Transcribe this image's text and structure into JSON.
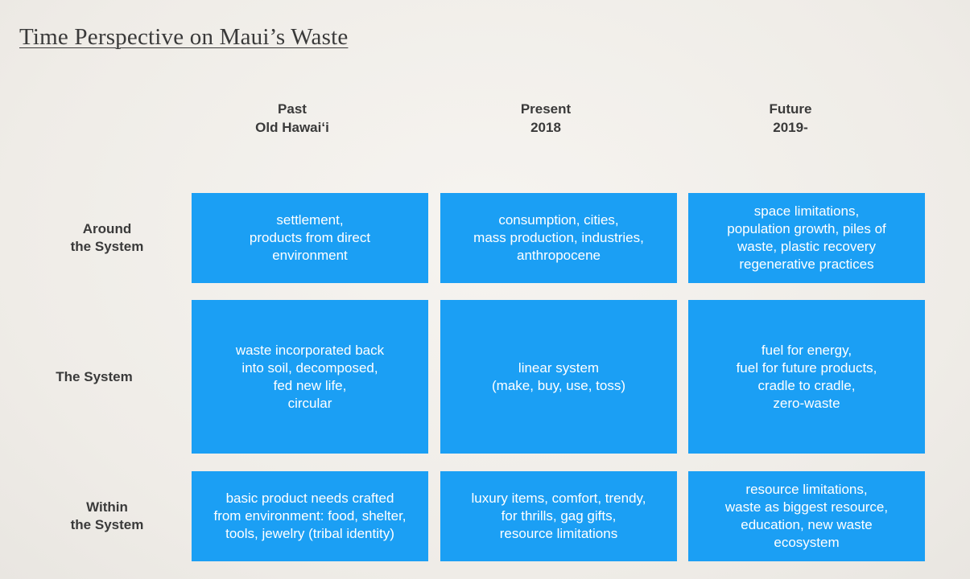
{
  "title": "Time Perspective on Maui’s Waste",
  "columns": [
    {
      "name": "Past",
      "period": "Old Hawaiʻi"
    },
    {
      "name": "Present",
      "period": "2018"
    },
    {
      "name": "Future",
      "period": "2019-"
    }
  ],
  "rows": [
    {
      "label_line1": "Around",
      "label_line2": "the System",
      "cells": [
        "settlement,\nproducts from direct\nenvironment",
        "consumption, cities,\nmass production, industries,\nanthropocene",
        "space limitations,\npopulation growth, piles of\nwaste, plastic recovery\nregenerative practices"
      ]
    },
    {
      "label_line1": "The System",
      "label_line2": "",
      "cells": [
        "waste incorporated back\ninto soil, decomposed,\nfed new life,\ncircular",
        "linear system\n(make, buy, use, toss)",
        "fuel for energy,\nfuel for future products,\ncradle to cradle,\nzero-waste"
      ]
    },
    {
      "label_line1": "Within",
      "label_line2": "the System",
      "cells": [
        "basic product needs crafted\nfrom environment: food, shelter,\ntools, jewelry (tribal identity)",
        "luxury items, comfort, trendy,\nfor thrills, gag gifts,\nresource limitations",
        "resource limitations,\nwaste as biggest resource,\neducation, new waste\necosystem"
      ]
    }
  ],
  "colors": {
    "cell_background": "#1b9ff4",
    "cell_text": "#ffffff",
    "heading_text": "#3a3a3a",
    "page_background": "#f1efeb"
  }
}
